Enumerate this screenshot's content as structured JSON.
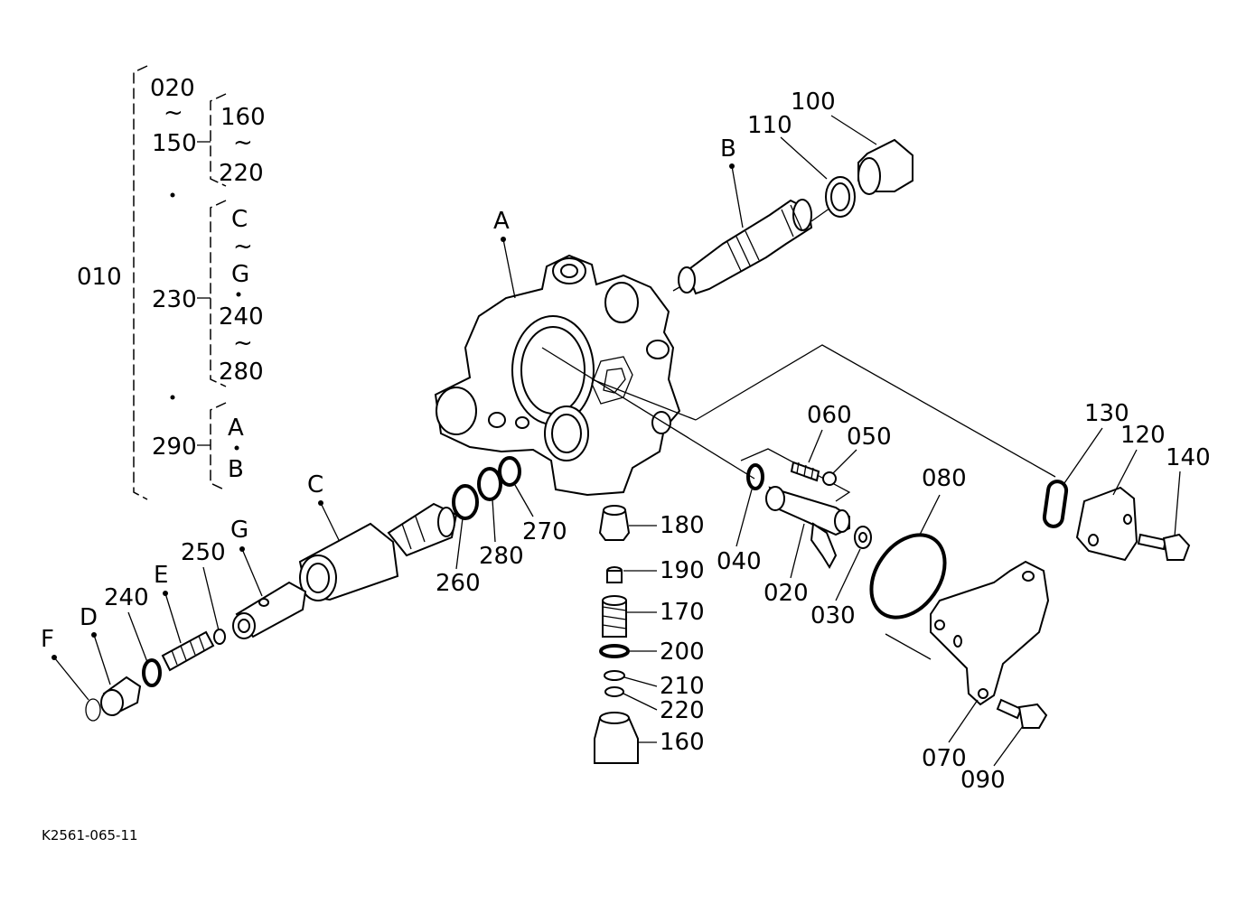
{
  "bracket": {
    "root": "010",
    "group1_from": "020",
    "group1_to": "150",
    "group1_sub_from": "160",
    "group1_sub_to": "220",
    "group2_base": "230",
    "group2_from": "C",
    "group2_to": "G",
    "group2_sub_from": "240",
    "group2_sub_to": "280",
    "group3_base": "290",
    "group3_a": "A",
    "group3_b": "B",
    "tilde": "~"
  },
  "parts": {
    "A": "A",
    "B": "B",
    "C": "C",
    "D": "D",
    "E": "E",
    "F": "F",
    "G": "G",
    "p020": "020",
    "p030": "030",
    "p040": "040",
    "p050": "050",
    "p060": "060",
    "p070": "070",
    "p080": "080",
    "p090": "090",
    "p100": "100",
    "p110": "110",
    "p120": "120",
    "p130": "130",
    "p140": "140",
    "p160": "160",
    "p170": "170",
    "p180": "180",
    "p190": "190",
    "p200": "200",
    "p210": "210",
    "p220": "220",
    "p240": "240",
    "p250": "250",
    "p260": "260",
    "p270": "270",
    "p280": "280"
  },
  "figure_code": "K2561-065-11"
}
